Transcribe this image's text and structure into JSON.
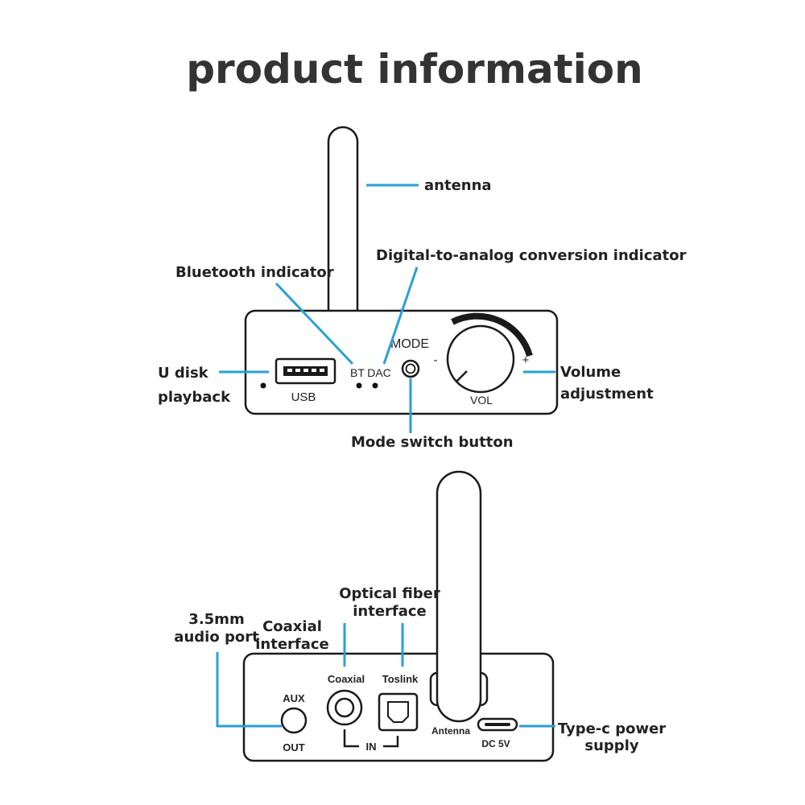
{
  "title": "product information",
  "accent_color": "#2a9fd6",
  "front_panel": {
    "callouts": {
      "antenna": "antenna",
      "bluetooth_indicator": "Bluetooth indicator",
      "dac_indicator": "Digital-to-analog conversion indicator",
      "u_disk_line1": "U disk",
      "u_disk_line2": "playback",
      "volume_line1": "Volume",
      "volume_line2": "adjustment",
      "mode_switch": "Mode switch button"
    },
    "labels": {
      "usb": "USB",
      "bt": "BT",
      "dac": "DAC",
      "mode": "MODE",
      "vol": "VOL",
      "minus": "-",
      "plus": "+"
    }
  },
  "rear_panel": {
    "callouts": {
      "audio_port_line1": "3.5mm",
      "audio_port_line2": "audio port",
      "coaxial_line1": "Coaxial",
      "coaxial_line2": "interface",
      "optical_line1": "Optical fiber",
      "optical_line2": "interface",
      "typec_line1": "Type-c power",
      "typec_line2": "supply"
    },
    "labels": {
      "aux": "AUX",
      "out": "OUT",
      "coaxial": "Coaxial",
      "toslink": "Toslink",
      "in": "IN",
      "antenna": "Antenna",
      "dc5v": "DC 5V"
    }
  }
}
